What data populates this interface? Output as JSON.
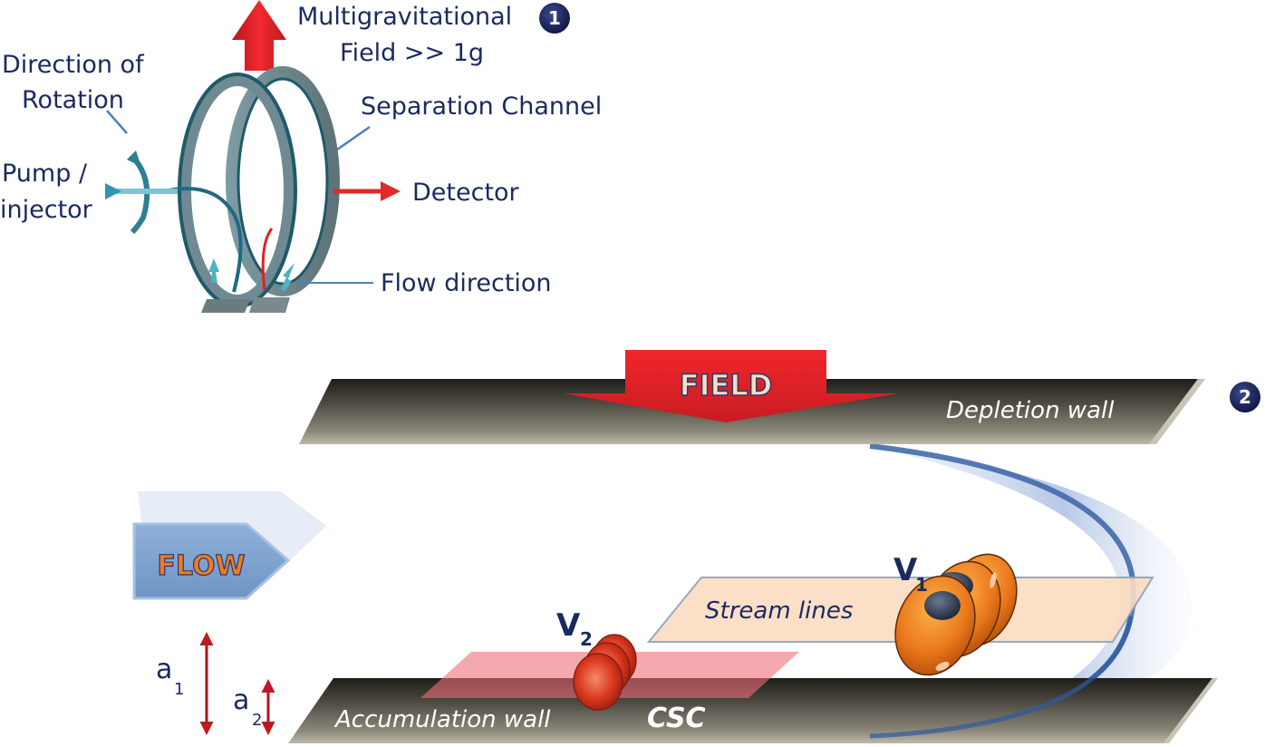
{
  "panel1": {
    "badge": "1",
    "field_label_line1": "Multigravitational",
    "field_label_line2": "Field >> 1g",
    "rotation_label_line1": "Direction of",
    "rotation_label_line2": "Rotation",
    "pump_label_line1": "Pump /",
    "pump_label_line2": "injector",
    "channel_label": "Separation Channel",
    "detector_label": "Detector",
    "flow_direction_label": "Flow direction"
  },
  "panel2": {
    "badge": "2",
    "field_arrow_label": "FIELD",
    "depletion_wall_label": "Depletion wall",
    "flow_arrow_label": "FLOW",
    "stream_lines_label": "Stream lines",
    "accumulation_wall_label": "Accumulation wall",
    "csc_label": "CSC",
    "v1_label": "V",
    "v1_sub": "1",
    "v2_label": "V",
    "v2_sub": "2",
    "a1_label": "a",
    "a1_sub": "1",
    "a2_label": "a",
    "a2_sub": "2"
  },
  "colors": {
    "text_navy": "#1b2a5e",
    "arrow_red": "#e8242a",
    "ring_teal": "#1f5a6a",
    "ring_gray": "#6f8a92",
    "wall_dark": "#3a3832",
    "stream_peach": "#fbe0c6",
    "csc_pink": "#f28d92",
    "cell_orange": "#e8781a",
    "flow_blue": "#7fa3cf",
    "badge_navy": "#1a2456"
  }
}
